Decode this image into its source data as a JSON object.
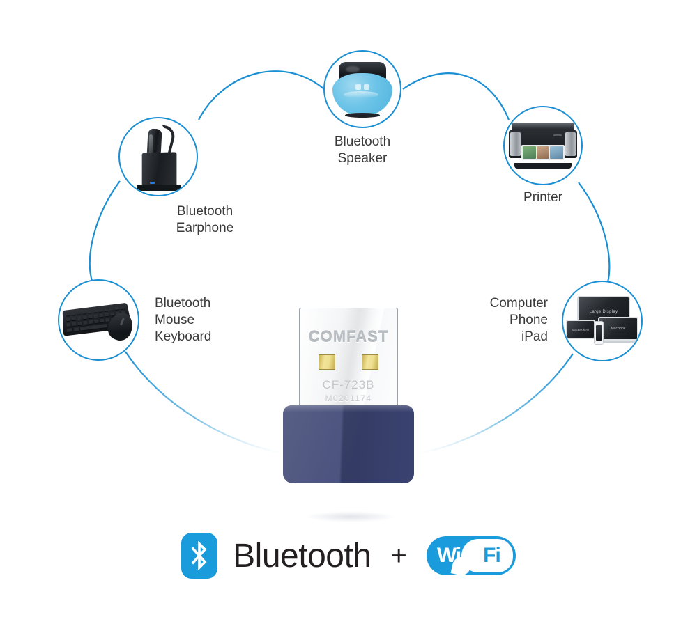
{
  "product": {
    "brand": "COMFAST",
    "model": "CF-723B",
    "serial": "M0201174",
    "shell_color": "#3a4270",
    "connector_color": "#f2f3f4",
    "pad_color": "#efe08f"
  },
  "accent_color": "#1a8fd4",
  "nodes": [
    {
      "id": "bluetooth-speaker",
      "label": "Bluetooth Speaker",
      "icon": "bluetooth-speaker-icon",
      "color": "#6cc4e8"
    },
    {
      "id": "bluetooth-earphone",
      "label": "Bluetooth Earphone",
      "icon": "bluetooth-earphone-icon",
      "color": "#1a1d21"
    },
    {
      "id": "printer",
      "label": "Printer",
      "icon": "printer-icon",
      "color": "#23272c"
    },
    {
      "id": "bluetooth-mouse-keyboard",
      "label": "Bluetooth\nMouse\nKeyboard",
      "icon": "keyboard-mouse-icon",
      "color": "#1a1d21"
    },
    {
      "id": "computer-phone-ipad",
      "label": "Computer\nPhone\niPad",
      "icon": "computer-devices-icon",
      "color": "#23272c",
      "screen_labels": {
        "monitor": "Large Display",
        "laptop": "MacBook",
        "tablet": "MacBook Air"
      }
    }
  ],
  "branding": {
    "bluetooth_word": "Bluetooth",
    "bluetooth_icon": "bluetooth-icon",
    "plus": "+",
    "wifi_first": "Wi",
    "wifi_second": "Fi",
    "badge_color": "#1a9bdc"
  }
}
